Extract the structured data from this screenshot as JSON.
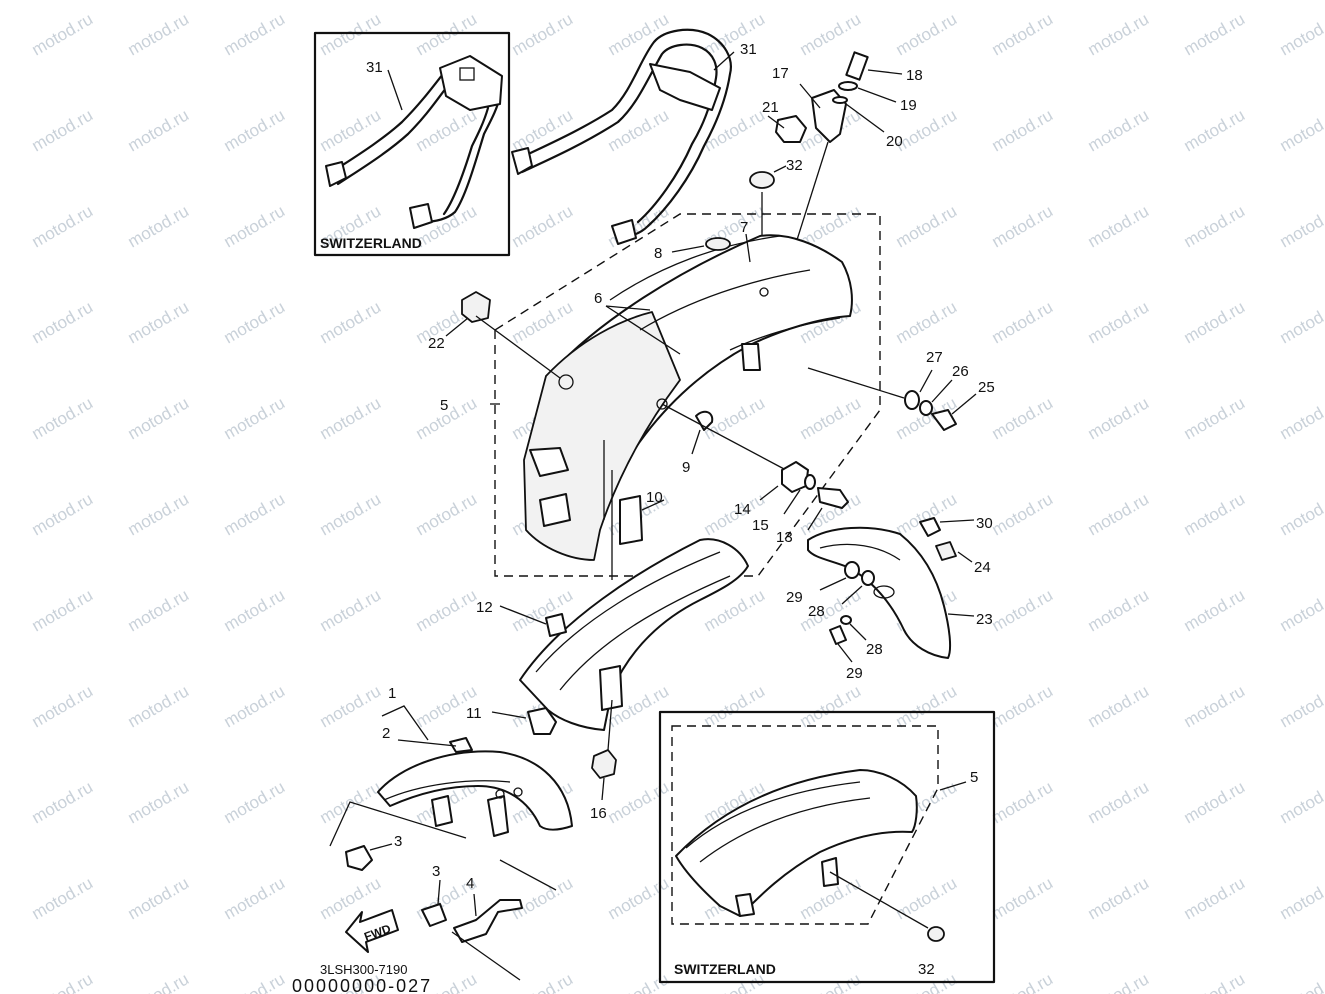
{
  "watermark": "motod.ru",
  "inset_labels": {
    "top_left": "SWITZERLAND",
    "bottom_right": "SWITZERLAND"
  },
  "diagram_code": "3LSH300-7190",
  "footer_code": "00000000-027",
  "fwd_label": "FWD",
  "callouts": [
    {
      "id": "c31a",
      "text": "31"
    },
    {
      "id": "c31b",
      "text": "31"
    },
    {
      "id": "c17",
      "text": "17"
    },
    {
      "id": "c18",
      "text": "18"
    },
    {
      "id": "c19",
      "text": "19"
    },
    {
      "id": "c20",
      "text": "20"
    },
    {
      "id": "c21",
      "text": "21"
    },
    {
      "id": "c32a",
      "text": "32"
    },
    {
      "id": "c8",
      "text": "8"
    },
    {
      "id": "c7",
      "text": "7"
    },
    {
      "id": "c6",
      "text": "6"
    },
    {
      "id": "c22",
      "text": "22"
    },
    {
      "id": "c5a",
      "text": "5"
    },
    {
      "id": "c27",
      "text": "27"
    },
    {
      "id": "c26",
      "text": "26"
    },
    {
      "id": "c25",
      "text": "25"
    },
    {
      "id": "c9",
      "text": "9"
    },
    {
      "id": "c14",
      "text": "14"
    },
    {
      "id": "c15",
      "text": "15"
    },
    {
      "id": "c13",
      "text": "13"
    },
    {
      "id": "c10",
      "text": "10"
    },
    {
      "id": "c30",
      "text": "30"
    },
    {
      "id": "c24",
      "text": "24"
    },
    {
      "id": "c29a",
      "text": "29"
    },
    {
      "id": "c28a",
      "text": "28"
    },
    {
      "id": "c23",
      "text": "23"
    },
    {
      "id": "c28b",
      "text": "28"
    },
    {
      "id": "c29b",
      "text": "29"
    },
    {
      "id": "c12",
      "text": "12"
    },
    {
      "id": "c11",
      "text": "11"
    },
    {
      "id": "c1",
      "text": "1"
    },
    {
      "id": "c2",
      "text": "2"
    },
    {
      "id": "c16",
      "text": "16"
    },
    {
      "id": "c3a",
      "text": "3"
    },
    {
      "id": "c3b",
      "text": "3"
    },
    {
      "id": "c4",
      "text": "4"
    },
    {
      "id": "c5b",
      "text": "5"
    },
    {
      "id": "c32b",
      "text": "32"
    }
  ]
}
